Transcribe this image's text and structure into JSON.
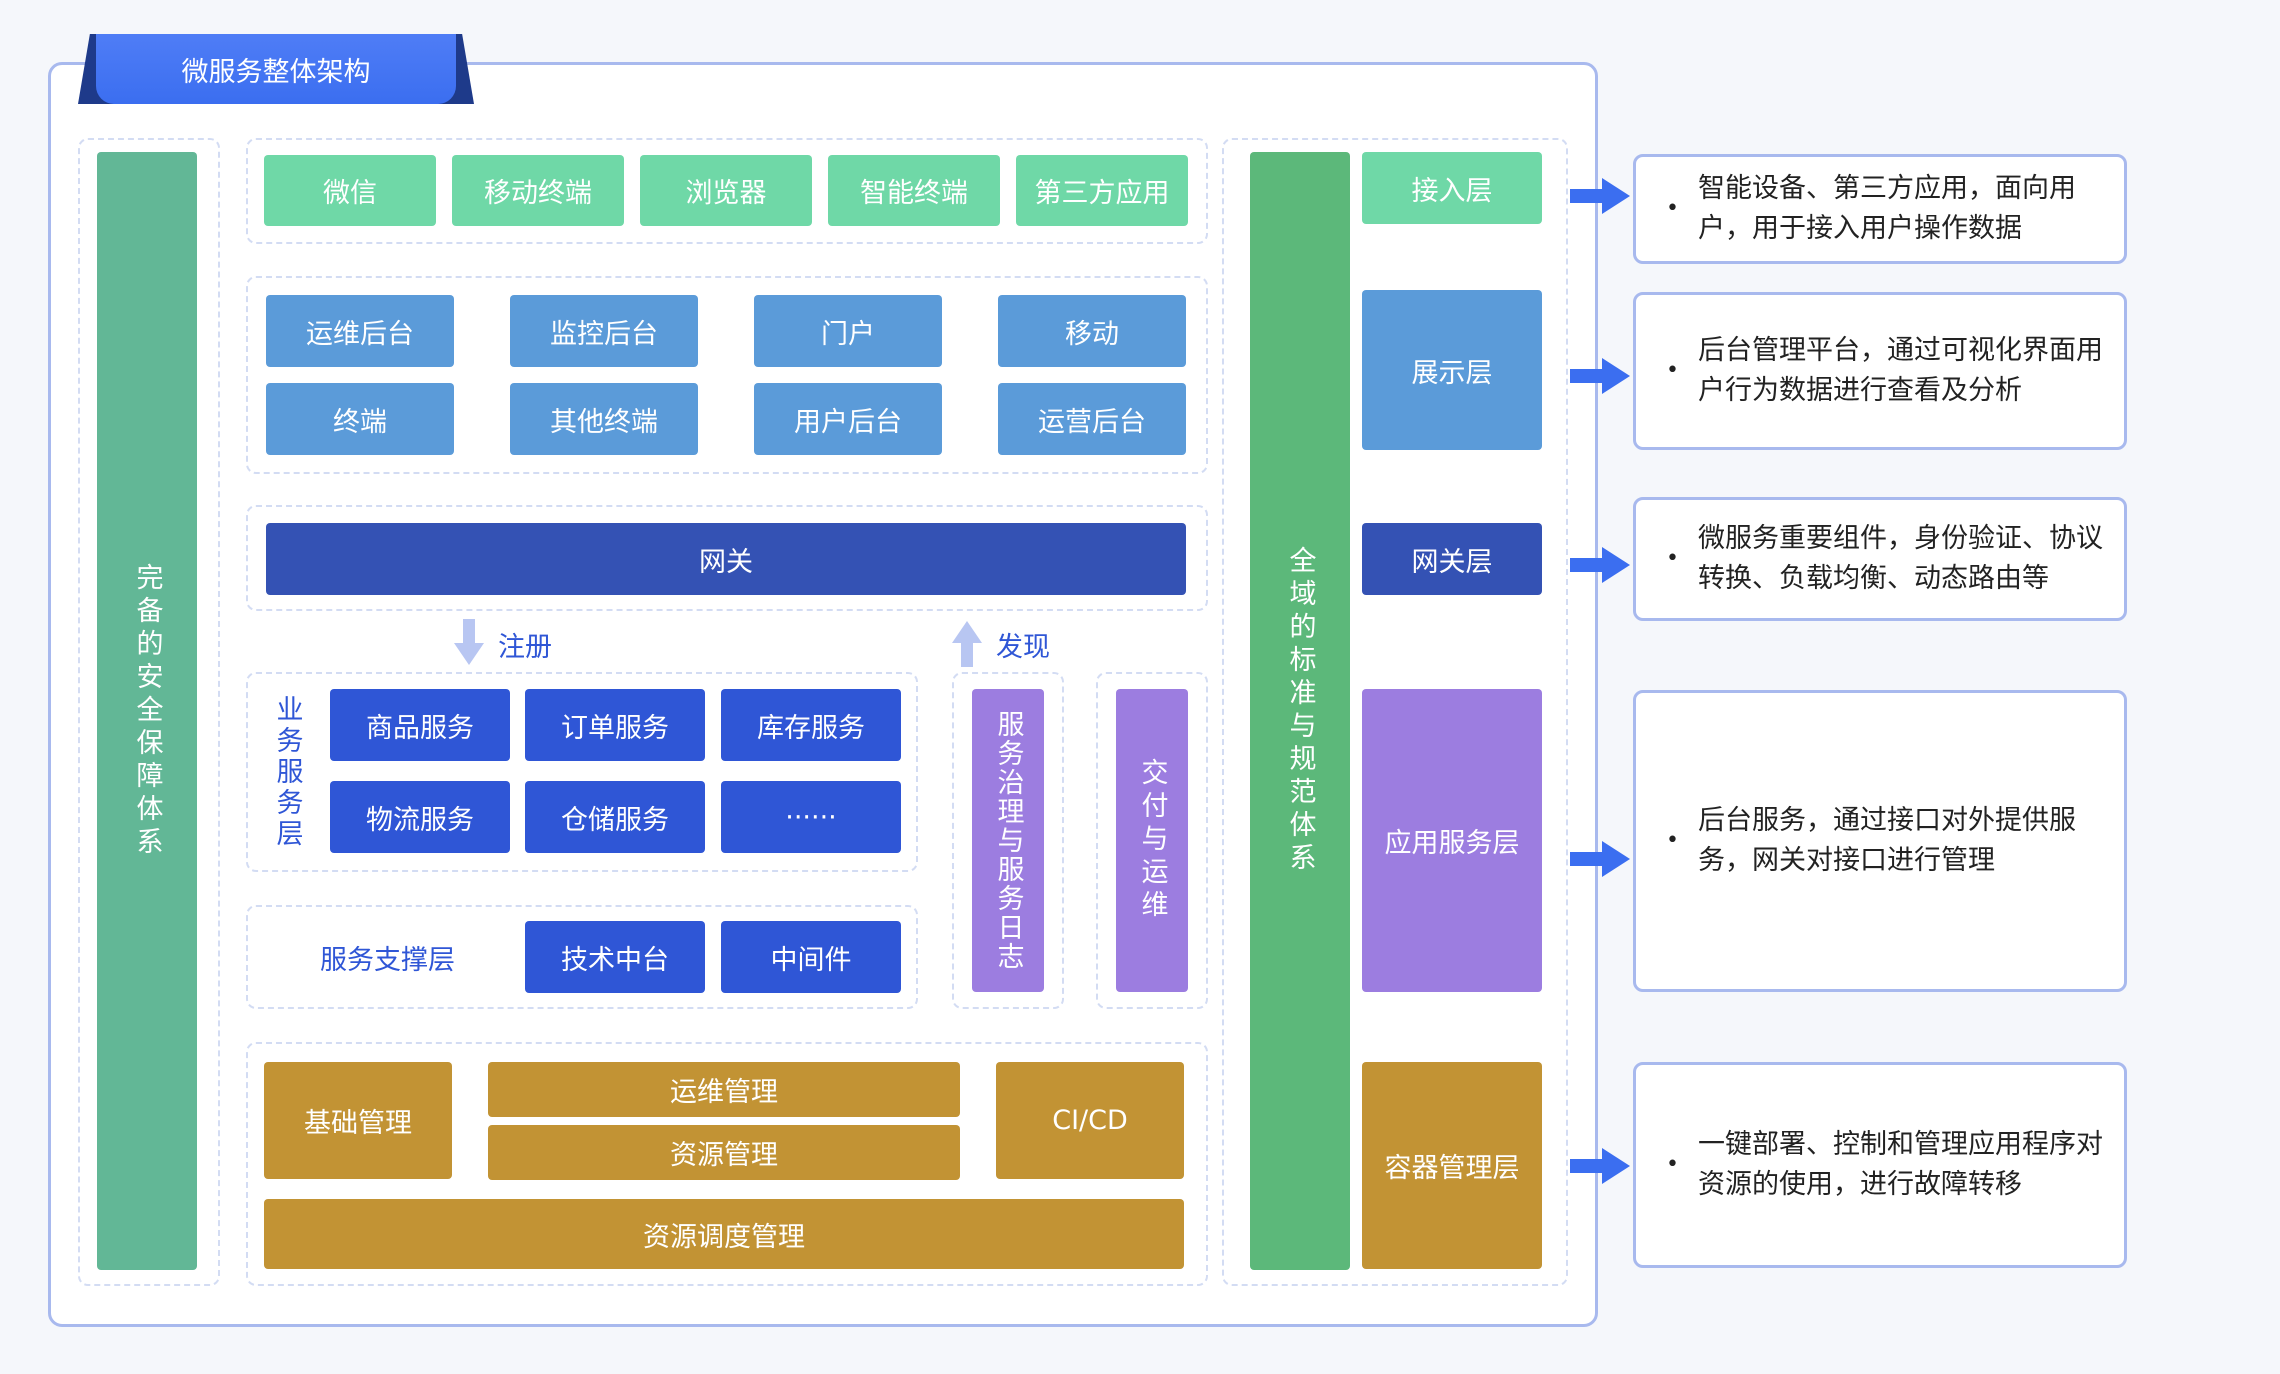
{
  "title": "微服务整体架构",
  "security": "完备的安全保障体系",
  "standards": "全域的标准与规范体系",
  "access_items": [
    "微信",
    "移动终端",
    "浏览器",
    "智能终端",
    "第三方应用"
  ],
  "display_items": [
    "运维后台",
    "监控后台",
    "门户",
    "移动",
    "终端",
    "其他终端",
    "用户后台",
    "运营后台"
  ],
  "gateway": "网关",
  "register": "注册",
  "discover": "发现",
  "business_label": "业务服务层",
  "business_items": [
    "商品服务",
    "订单服务",
    "库存服务",
    "物流服务",
    "仓储服务",
    "······"
  ],
  "support_label": "服务支撑层",
  "support_items": [
    "技术中台",
    "中间件"
  ],
  "governance": "服务治理与服务日志",
  "delivery": "交付与运维",
  "container_items": {
    "basic": "基础管理",
    "ops": "运维管理",
    "resource": "资源管理",
    "cicd": "CI/CD",
    "scheduling": "资源调度管理"
  },
  "layers": [
    "接入层",
    "展示层",
    "网关层",
    "应用服务层",
    "容器管理层"
  ],
  "descriptions": [
    "智能设备、第三方应用，面向用户，用于接入用户操作数据",
    "后台管理平台，通过可视化界面用户行为数据进行查看及分析",
    "微服务重要组件，身份验证、协议转换、负载均衡、动态路由等",
    "后台服务，通过接口对外提供服务，网关对接口进行管理",
    "一键部署、控制和管理应用程序对资源的使用，进行故障转移"
  ],
  "bullet": "•"
}
